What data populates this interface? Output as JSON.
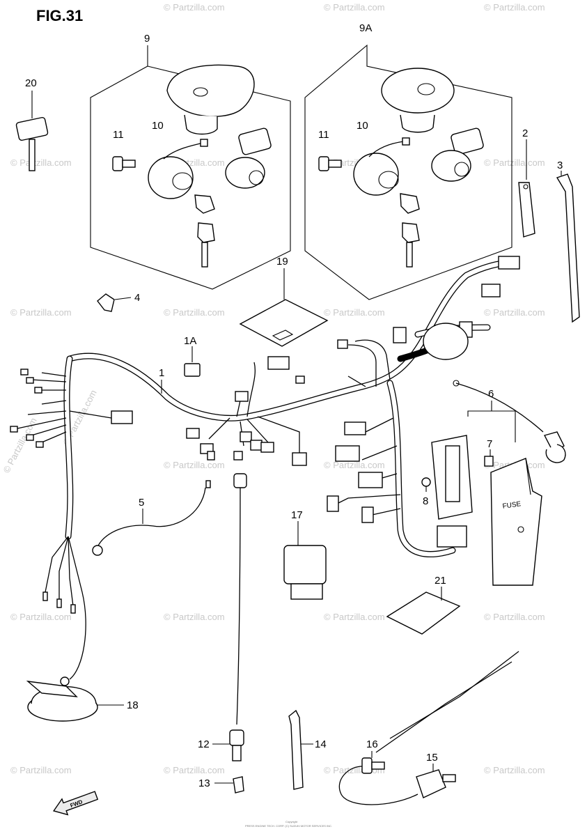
{
  "figure": {
    "title": "FIG.31",
    "watermark": "© Partzilla.com",
    "copyright_line1": "Copyright",
    "copyright_line2": "PRESS ENGINE TECH. CORP. (C) SUZUKI MOTOR SERVICES INC."
  },
  "callouts": {
    "p1": "1",
    "p1A": "1A",
    "p2": "2",
    "p3": "3",
    "p4": "4",
    "p5": "5",
    "p6": "6",
    "p7": "7",
    "p8": "8",
    "p9": "9",
    "p9A": "9A",
    "p10a": "10",
    "p10b": "10",
    "p11a": "11",
    "p11b": "11",
    "p12": "12",
    "p13": "13",
    "p14": "14",
    "p15": "15",
    "p16": "16",
    "p17": "17",
    "p18": "18",
    "p19": "19",
    "p20": "20",
    "p21": "21"
  },
  "labels": {
    "fuse_cover": "FUSE",
    "fwd_arrow": "FWD"
  }
}
